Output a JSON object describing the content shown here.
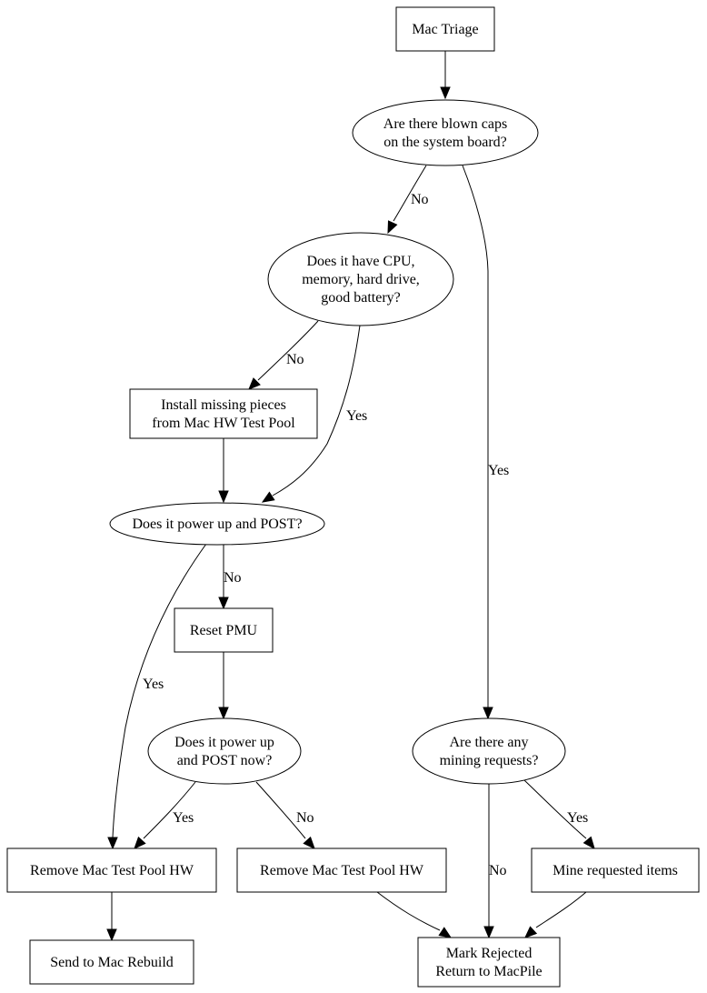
{
  "diagram": {
    "type": "flowchart",
    "colors": {
      "stroke": "#000000",
      "fill": "#ffffff",
      "text": "#000000"
    },
    "nodes": [
      {
        "id": "triage",
        "shape": "box",
        "lines": [
          "Mac Triage"
        ]
      },
      {
        "id": "caps",
        "shape": "ellipse",
        "lines": [
          "Are there blown caps",
          "on the system board?"
        ]
      },
      {
        "id": "parts",
        "shape": "ellipse",
        "lines": [
          "Does it have CPU,",
          "memory, hard drive,",
          "good battery?"
        ]
      },
      {
        "id": "install",
        "shape": "box",
        "lines": [
          "Install missing pieces",
          "from Mac HW Test Pool"
        ]
      },
      {
        "id": "post1",
        "shape": "ellipse",
        "lines": [
          "Does it power up and POST?"
        ]
      },
      {
        "id": "pmu",
        "shape": "box",
        "lines": [
          "Reset PMU"
        ]
      },
      {
        "id": "post2",
        "shape": "ellipse",
        "lines": [
          "Does it power up",
          "and POST now?"
        ]
      },
      {
        "id": "remove1",
        "shape": "box",
        "lines": [
          "Remove Mac Test Pool HW"
        ]
      },
      {
        "id": "remove2",
        "shape": "box",
        "lines": [
          "Remove Mac Test Pool HW"
        ]
      },
      {
        "id": "rebuild",
        "shape": "box",
        "lines": [
          "Send to Mac Rebuild"
        ]
      },
      {
        "id": "mining",
        "shape": "ellipse",
        "lines": [
          "Are there any",
          "mining requests?"
        ]
      },
      {
        "id": "mine",
        "shape": "box",
        "lines": [
          "Mine requested items"
        ]
      },
      {
        "id": "reject",
        "shape": "box",
        "lines": [
          "Mark Rejected",
          "Return to MacPile"
        ]
      }
    ],
    "edges": [
      {
        "from": "triage",
        "to": "caps",
        "label": ""
      },
      {
        "from": "caps",
        "to": "parts",
        "label": "No"
      },
      {
        "from": "caps",
        "to": "mining",
        "label": "Yes"
      },
      {
        "from": "parts",
        "to": "install",
        "label": "No"
      },
      {
        "from": "parts",
        "to": "post1",
        "label": "Yes"
      },
      {
        "from": "install",
        "to": "post1",
        "label": ""
      },
      {
        "from": "post1",
        "to": "pmu",
        "label": "No"
      },
      {
        "from": "post1",
        "to": "remove1",
        "label": "Yes"
      },
      {
        "from": "pmu",
        "to": "post2",
        "label": ""
      },
      {
        "from": "post2",
        "to": "remove1",
        "label": "Yes"
      },
      {
        "from": "post2",
        "to": "remove2",
        "label": "No"
      },
      {
        "from": "remove1",
        "to": "rebuild",
        "label": ""
      },
      {
        "from": "remove2",
        "to": "reject",
        "label": ""
      },
      {
        "from": "mining",
        "to": "reject",
        "label": "No"
      },
      {
        "from": "mining",
        "to": "mine",
        "label": "Yes"
      },
      {
        "from": "mine",
        "to": "reject",
        "label": ""
      }
    ]
  }
}
